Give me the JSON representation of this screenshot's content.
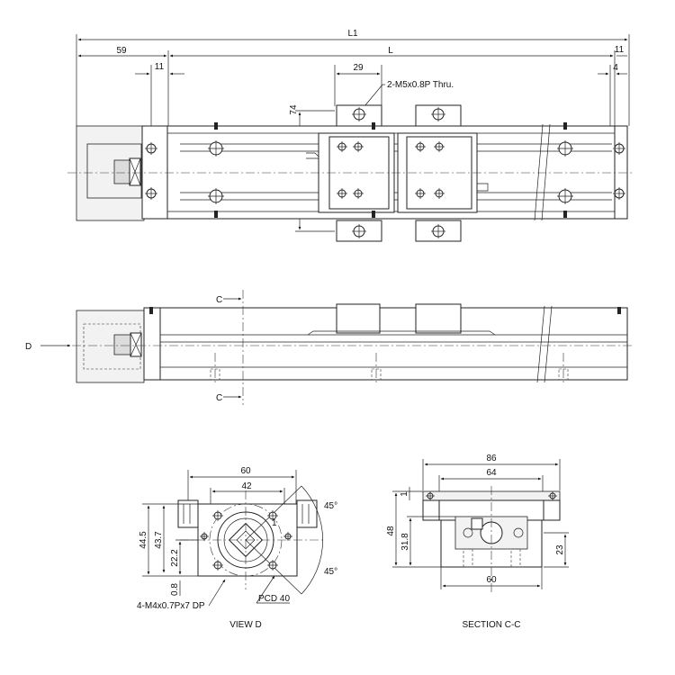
{
  "dimensions": {
    "l1": "L1",
    "left_59": "59",
    "l": "L",
    "right_11": "11",
    "left_11": "11",
    "d29": "29",
    "d4": "4",
    "d74": "74",
    "vd_60": "60",
    "vd_42": "42",
    "vd_44_5": "44.5",
    "vd_43_7": "43.7",
    "vd_22_2": "22.2",
    "vd_0_8": "0.8",
    "vd_45_top": "45°",
    "vd_45_bot": "45°",
    "vd_1": "1",
    "cc_86": "86",
    "cc_64": "64",
    "cc_1": "1",
    "cc_48": "48",
    "cc_31_8": "31.8",
    "cc_23": "23",
    "cc_60": "60"
  },
  "callouts": {
    "thru_holes": "2-M5x0.8P Thru.",
    "tapped_holes": "4-M4x0.7Px7 DP",
    "pcd": "PCD 40"
  },
  "markers": {
    "c_top": "C",
    "c_bottom": "C",
    "d_arrow": "D"
  },
  "views": {
    "view_d": "VIEW D",
    "section_cc": "SECTION C-C"
  }
}
